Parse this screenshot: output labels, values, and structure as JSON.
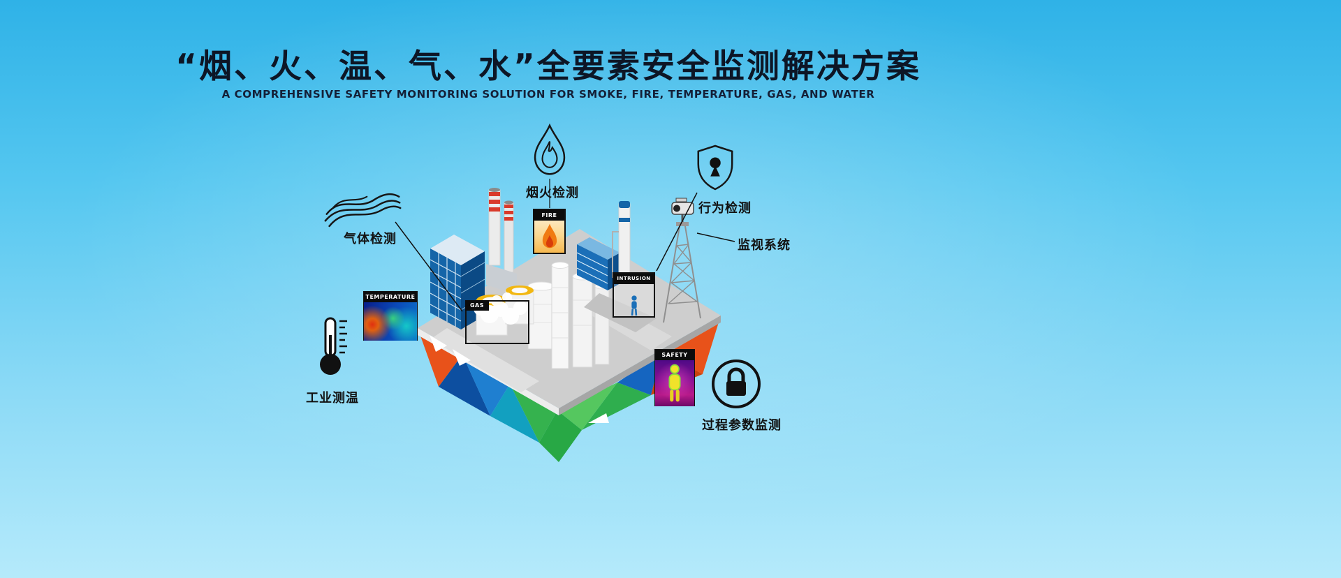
{
  "header": {
    "title": "“烟、火、温、气、水”全要素安全监测解决方案",
    "subtitle": "A COMPREHENSIVE SAFETY MONITORING SOLUTION FOR SMOKE, FIRE, TEMPERATURE, GAS, AND WATER"
  },
  "callouts": {
    "gas_detection": {
      "label": "气体检测"
    },
    "smoke_fire_detection": {
      "label": "烟火检测"
    },
    "behavior_detection": {
      "label": "行为检测"
    },
    "surveillance_system": {
      "label": "监视系统"
    },
    "industrial_temperature": {
      "label": "工业测温"
    },
    "process_parameter_monitoring": {
      "label": "过程参数监测"
    }
  },
  "scene_tags": {
    "temperature": "TEMPERATURE",
    "gas": "GAS",
    "fire": "FIRE",
    "intrusion": "INTRUSION",
    "safety": "SAFETY"
  },
  "icons": {
    "gas": "gas-waves-icon",
    "smoke_fire": "flame-droplet-icon",
    "behavior": "shield-keyhole-icon",
    "surveillance": "ptz-camera-on-lattice-tower",
    "temperature": "thermometer-icon",
    "process": "lock-circle-icon"
  },
  "colors": {
    "background_top": "#2fb2e7",
    "background_bottom": "#b5eafb",
    "title_text": "#0d1626",
    "icon_stroke": "#161616",
    "facet_orange": "#e8521a",
    "facet_blue": "#1565c0",
    "facet_green": "#2fae4e",
    "platform_gray": "#cecece",
    "tank_ring_yellow": "#f2b711"
  }
}
